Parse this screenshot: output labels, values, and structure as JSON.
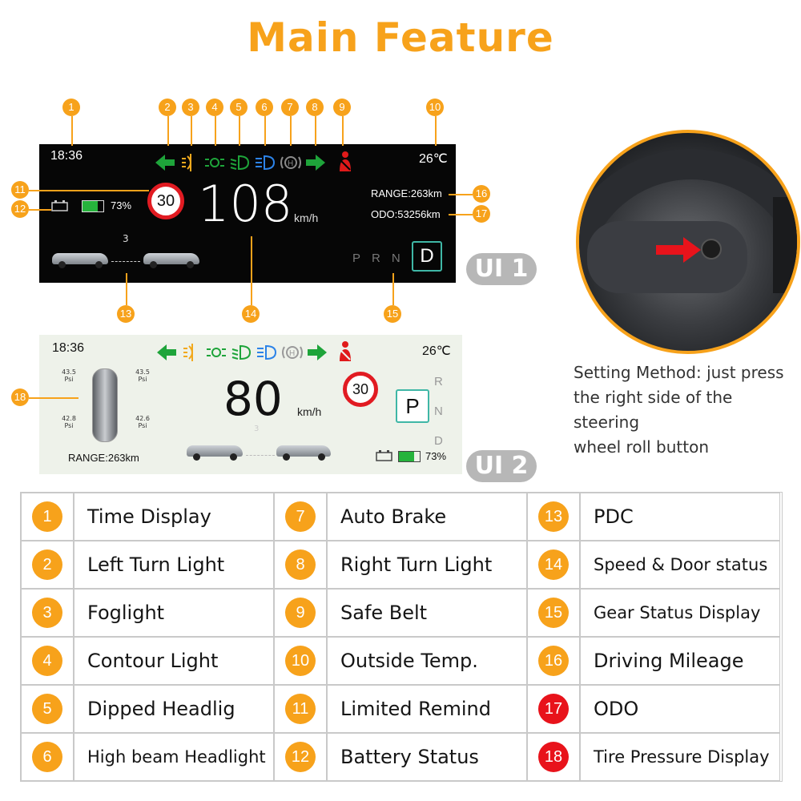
{
  "title": "Main Feature",
  "ui1": {
    "time": "18:36",
    "temp": "26℃",
    "speed_limit": "30",
    "battery_pct": 73,
    "battery_label": "73%",
    "speed": "108",
    "speed_unit": "km/h",
    "range": "RANGE:263km",
    "odo": "ODO:53256km",
    "pdc_value": "3",
    "gears": [
      "P",
      "R",
      "N"
    ],
    "active_gear": "D",
    "badge": "UI 1"
  },
  "ui2": {
    "time": "18:36",
    "temp": "26℃",
    "speed_limit": "30",
    "battery_pct": 73,
    "battery_label": "73%",
    "speed": "80",
    "speed_unit": "km/h",
    "range": "RANGE:263km",
    "pdc_value": "3",
    "tires": {
      "fl": "43.5",
      "fr": "43.5",
      "rl": "42.8",
      "rr": "42.6",
      "unit": "Psi"
    },
    "gears": [
      "R",
      "N",
      "D"
    ],
    "active_gear": "P",
    "badge": "UI 2"
  },
  "callouts": [
    "1",
    "2",
    "3",
    "4",
    "5",
    "6",
    "7",
    "8",
    "9",
    "10",
    "11",
    "12",
    "13",
    "14",
    "15",
    "16",
    "17",
    "18"
  ],
  "setting_method": [
    "Setting Method:  just press",
    "the right side of the steering",
    "wheel roll button"
  ],
  "legend": [
    {
      "num": "1",
      "label": "Time Display"
    },
    {
      "num": "7",
      "label": "Auto Brake"
    },
    {
      "num": "13",
      "label": "PDC"
    },
    {
      "num": "2",
      "label": "Left Turn Light"
    },
    {
      "num": "8",
      "label": "Right Turn Light"
    },
    {
      "num": "14",
      "label": "Speed & Door status"
    },
    {
      "num": "3",
      "label": "Foglight"
    },
    {
      "num": "9",
      "label": "Safe Belt"
    },
    {
      "num": "15",
      "label": "Gear Status Display"
    },
    {
      "num": "4",
      "label": "Contour Light"
    },
    {
      "num": "10",
      "label": "Outside Temp."
    },
    {
      "num": "16",
      "label": "Driving Mileage"
    },
    {
      "num": "5",
      "label": "Dipped Headlig"
    },
    {
      "num": "11",
      "label": "Limited Remind"
    },
    {
      "num": "17",
      "label": "ODO"
    },
    {
      "num": "6",
      "label": "High beam Headlight"
    },
    {
      "num": "12",
      "label": "Battery Status"
    },
    {
      "num": "18",
      "label": "Tire Pressure Display"
    }
  ],
  "icons": {
    "left_turn": "left-arrow-icon",
    "foglight": "foglight-icon",
    "contour": "contour-light-icon",
    "dipped": "dipped-headlight-icon",
    "high_beam": "high-beam-icon",
    "auto_brake": "auto-brake-icon",
    "right_turn": "right-arrow-icon",
    "seatbelt": "seatbelt-icon",
    "battery": "battery-icon"
  },
  "colors": {
    "accent": "#f7a21b",
    "red": "#e8131b",
    "green": "#1ea43a",
    "gear": "#3fb7a6"
  }
}
